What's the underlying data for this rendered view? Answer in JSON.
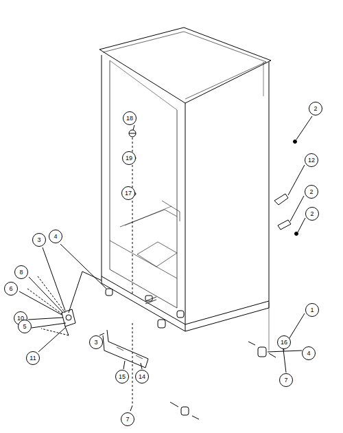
{
  "diagram": {
    "nodes": [
      {
        "text": [
          "2"
        ]
      },
      {
        "text": [
          "18"
        ]
      },
      {
        "text": [
          "19"
        ]
      },
      {
        "text": [
          "12"
        ]
      },
      {
        "text": [
          "17"
        ]
      },
      {
        "text": [
          "2"
        ]
      },
      {
        "text": [
          "2"
        ]
      },
      {
        "text": [
          "4"
        ]
      },
      {
        "text": [
          "3"
        ]
      },
      {
        "text": [
          "8"
        ]
      },
      {
        "text": [
          "6"
        ]
      },
      {
        "text": [
          "1"
        ]
      },
      {
        "text": [
          "10"
        ]
      },
      {
        "text": [
          "5"
        ]
      },
      {
        "text": [
          "3"
        ]
      },
      {
        "text": [
          "16"
        ]
      },
      {
        "text": [
          "4"
        ]
      },
      {
        "text": [
          "11"
        ]
      },
      {
        "text": [
          "15"
        ]
      },
      {
        "text": [
          "14"
        ]
      },
      {
        "text": [
          "7"
        ]
      },
      {
        "text": [
          "7"
        ]
      }
    ]
  }
}
